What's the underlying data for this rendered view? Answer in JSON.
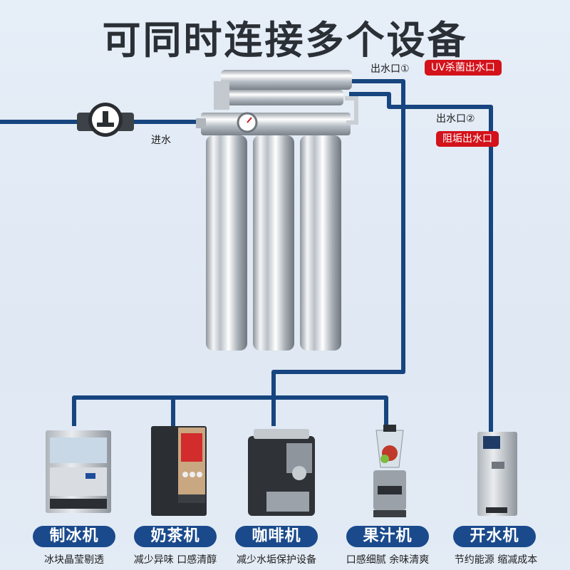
{
  "title": "可同时连接多个设备",
  "inlet_label": "进水",
  "outlet1": {
    "label": "出水口①",
    "badge": "UV杀菌出水口"
  },
  "outlet2": {
    "label": "出水口②",
    "badge": "阻垢出水口"
  },
  "devices": [
    {
      "name": "制冰机",
      "desc": "冰块晶莹剔透"
    },
    {
      "name": "奶茶机",
      "desc": "减少异味 口感清醇"
    },
    {
      "name": "咖啡机",
      "desc": "减少水垢保护设备"
    },
    {
      "name": "果汁机",
      "desc": "口感细腻 余味清爽"
    },
    {
      "name": "开水机",
      "desc": "节约能源 缩减成本"
    }
  ],
  "colors": {
    "pipe": "#17457f",
    "badge": "#d3121b",
    "name_bg": "#1a4a8c"
  }
}
